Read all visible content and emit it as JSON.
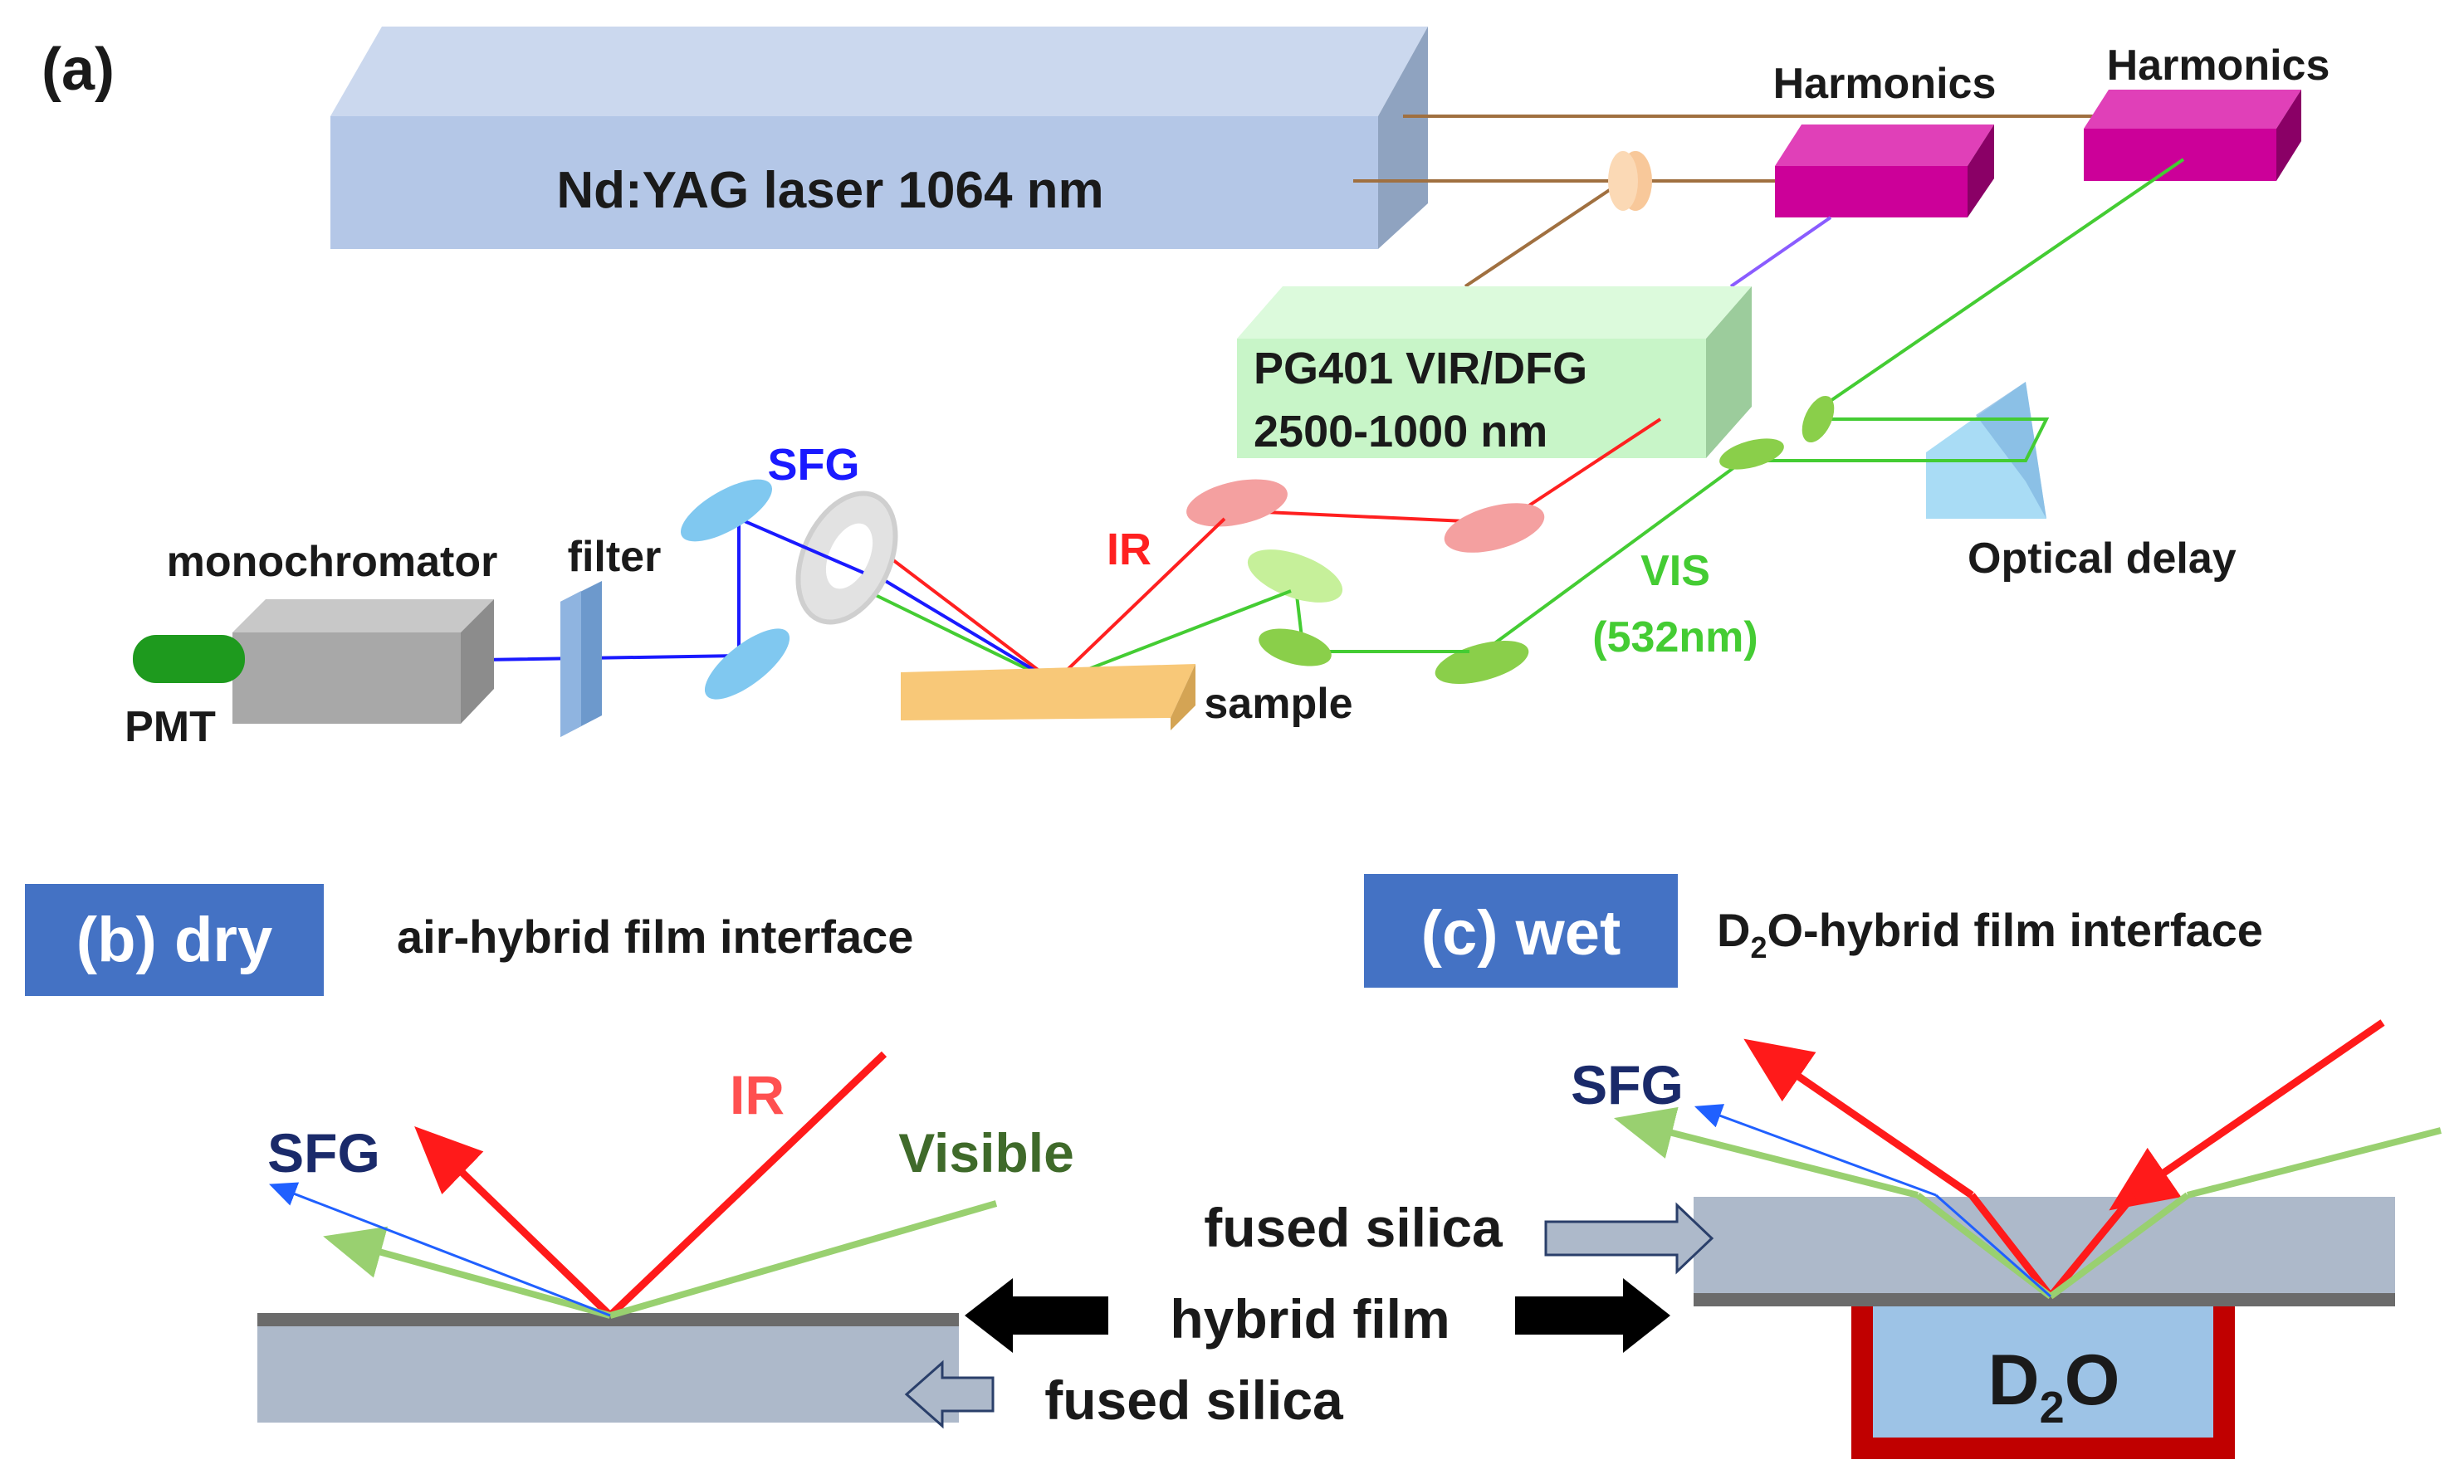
{
  "panel_a": {
    "tag": "(a)",
    "laser_label": "Nd:YAG laser 1064 nm",
    "harmonics_1": "Harmonics",
    "harmonics_2": "Harmonics",
    "pg401_line1": "PG401 VIR/DFG",
    "pg401_line2": "2500-1000 nm",
    "optical_delay": "Optical delay",
    "vis_line1": "VIS",
    "vis_line2": "(532nm)",
    "ir": "IR",
    "sfg": "SFG",
    "monochromator": "monochromator",
    "filter": "filter",
    "pmt": "PMT",
    "sample": "sample"
  },
  "panel_b": {
    "tag": "(b) dry",
    "subtitle": "air-hybrid film interface",
    "sfg": "SFG",
    "ir": "IR",
    "visible": "Visible"
  },
  "panel_c": {
    "tag": "(c) wet",
    "subtitle_d": "D",
    "subtitle_sub": "2",
    "subtitle_rest": "O-hybrid film interface",
    "sfg": "SFG",
    "d2o_d": "D",
    "d2o_sub": "2",
    "d2o_o": "O"
  },
  "middle_labels": {
    "fused_silica_top": "fused silica",
    "hybrid_film": "hybrid film",
    "fused_silica_bottom": "fused silica"
  },
  "colors": {
    "ir": "#ff2020",
    "visible": "#44cc33",
    "visible_light": "#99d070",
    "sfg": "#1a1aff",
    "sfg_dark": "#1a2a6a",
    "laser_box": "#b4c7e7",
    "harmonics": "#cc0099",
    "pg401": "#c8f5c8",
    "panel_tag_bg": "#4472c4",
    "d2o_fill": "#9dc3e6",
    "d2o_border": "#c00000",
    "silica": "#adb9ca"
  }
}
